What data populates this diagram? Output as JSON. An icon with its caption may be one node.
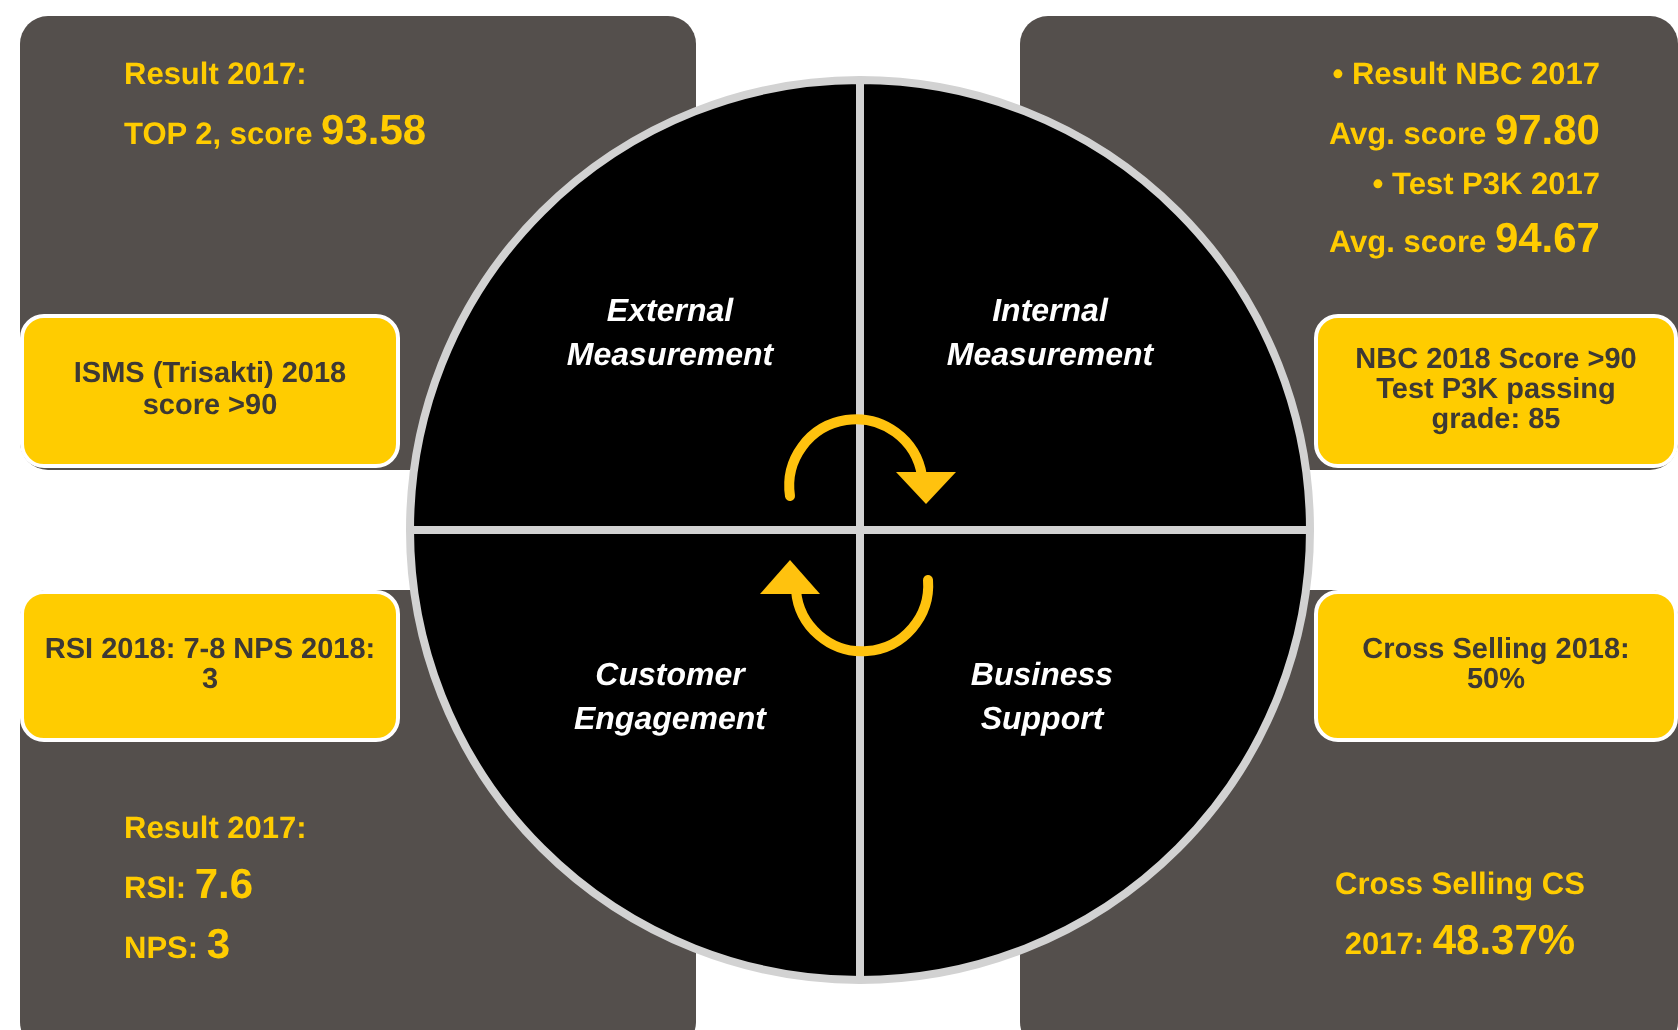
{
  "diagram": {
    "nodes": [
      {
        "text": [
          "Result 2017:",
          "TOP 2, score",
          "93.58"
        ]
      },
      {
        "text": [
          "ISMS (Trisakti) 2018 score >90"
        ],
        "in": 0
      },
      {
        "text": [
          "• Result NBC 2017",
          "Avg. score",
          "97.80",
          "• Test P3K 2017",
          "Avg. score",
          "94.67"
        ]
      },
      {
        "text": [
          "NBC 2018 Score >90 Test P3K passing grade: 85"
        ],
        "in": 2
      },
      {
        "text": [
          "External Measurement"
        ]
      },
      {
        "text": [
          "Internal Measurement"
        ]
      },
      {
        "text": [
          "Customer Engagement"
        ]
      },
      {
        "text": [
          "Business Support"
        ]
      },
      {
        "text": [
          "Result 2017:",
          "RSI:",
          "7.6",
          "NPS:",
          "3"
        ]
      },
      {
        "text": [
          "RSI 2018: 7-8 NPS 2018: 3"
        ],
        "in": 8
      },
      {
        "text": [
          "Cross Selling CS",
          "2017:",
          "48.37%"
        ]
      },
      {
        "text": [
          "Cross Selling 2018: 50%"
        ],
        "in": 10
      }
    ]
  }
}
